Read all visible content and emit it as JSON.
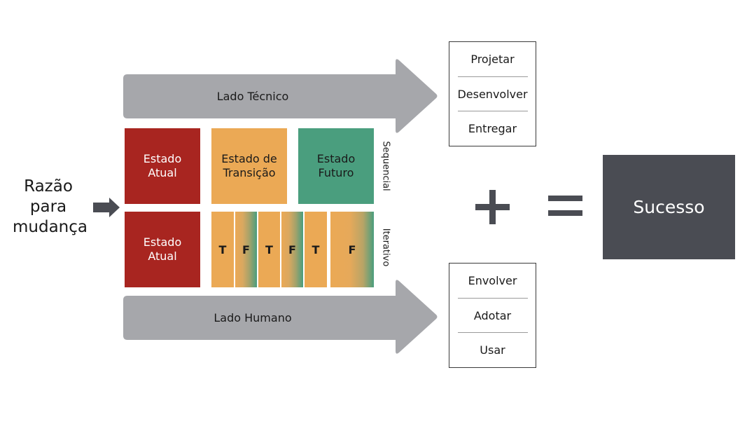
{
  "colors": {
    "current_state": "#a82520",
    "transition_state": "#eba955",
    "future_state": "#4a9e7e",
    "arrow_gray": "#a6a7ab",
    "dark": "#4a4c53"
  },
  "reason": {
    "line1": "Razão",
    "line2": "para",
    "line3": "mudança",
    "arrow_icon": "right-arrow-icon"
  },
  "technical_arrow": {
    "label": "Lado Técnico"
  },
  "human_arrow": {
    "label": "Lado Humano"
  },
  "sequential_row": {
    "side_label": "Sequencial",
    "boxes": [
      {
        "line1": "Estado",
        "line2": "Atual"
      },
      {
        "line1": "Estado de",
        "line2": "Transição"
      },
      {
        "line1": "Estado",
        "line2": "Futuro"
      }
    ]
  },
  "iterative_row": {
    "side_label": "Iterativo",
    "current": {
      "line1": "Estado",
      "line2": "Atual"
    },
    "segments": [
      "T",
      "F",
      "T",
      "F",
      "T",
      "F"
    ]
  },
  "technical_steps": [
    "Projetar",
    "Desenvolver",
    "Entregar"
  ],
  "human_steps": [
    "Envolver",
    "Adotar",
    "Usar"
  ],
  "operators": {
    "plus": "plus-icon",
    "equals": "equals-icon"
  },
  "result": {
    "label": "Sucesso"
  }
}
